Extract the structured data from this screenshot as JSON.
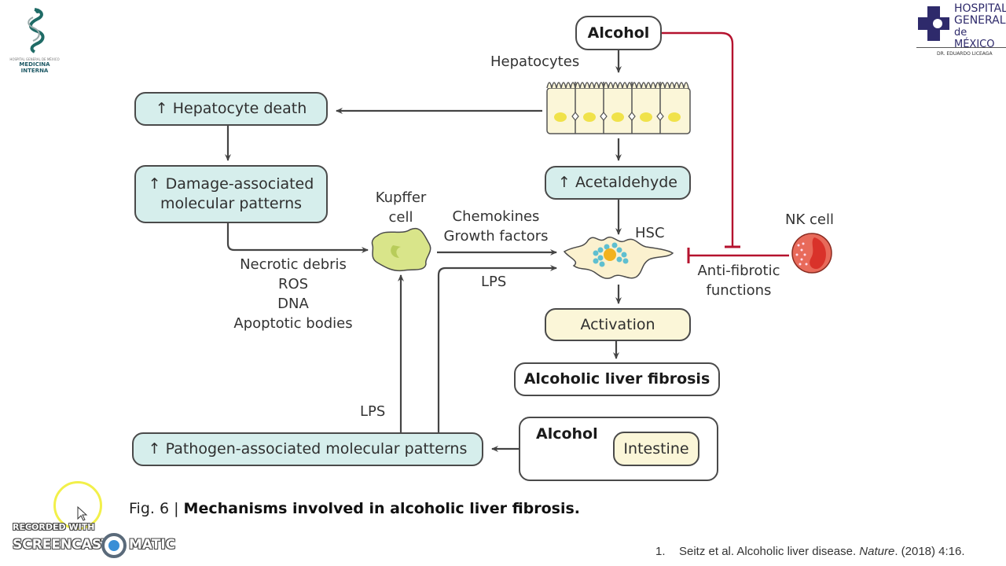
{
  "logos": {
    "left": {
      "small_text": "HOSPITAL GENERAL DE MÉXICO",
      "name": "MEDICINA INTERNA",
      "icon": "caduceus-snake-icon"
    },
    "right": {
      "line1": "HOSPITAL",
      "line2": "GENERAL",
      "line3": "de MÉXICO",
      "subtitle": "DR. EDUARDO LICEAGA",
      "icon": "cross-emblem-icon",
      "color": "#2e2a6b"
    }
  },
  "diagram": {
    "nodes": {
      "alcohol_top": "Alcohol",
      "hepatocytes_label": "Hepatocytes",
      "hepatocyte_death": "↑ Hepatocyte death",
      "damp_line1": "↑ Damage-associated",
      "damp_line2": "molecular patterns",
      "kupffer_line1": "Kupffer",
      "kupffer_line2": "cell",
      "chemokines_line1": "Chemokines",
      "chemokines_line2": "Growth factors",
      "acetaldehyde": "↑ Acetaldehyde",
      "hsc": "HSC",
      "nk_cell": "NK cell",
      "anti_fibrotic_line1": "Anti-fibrotic",
      "anti_fibrotic_line2": "functions",
      "lps_upper": "LPS",
      "lps_lower": "LPS",
      "activation": "Activation",
      "fibrosis": "Alcoholic liver fibrosis",
      "necrotic_list": [
        "Necrotic debris",
        "ROS",
        "DNA",
        "Apoptotic bodies"
      ],
      "pamp": "↑ Pathogen-associated molecular patterns",
      "alcohol_intestine": "Alcohol",
      "intestine": "Intestine"
    },
    "colors": {
      "teal_box": "#d6eeec",
      "cream_box": "#fbf6d8",
      "inhibit_line": "#b5122e",
      "arrow": "#444444"
    }
  },
  "caption": {
    "prefix": "Fig. 6 | ",
    "title": "Mechanisms involved in alcoholic liver fibrosis."
  },
  "reference": {
    "number": "1.",
    "text_before": "Seitz et al. Alcoholic liver disease. ",
    "journal": "Nature",
    "text_after": ". (2018) 4:16."
  },
  "watermark": {
    "line1": "RECORDED WITH",
    "line2a": "SCREENCAST",
    "line2b": "MATIC"
  }
}
